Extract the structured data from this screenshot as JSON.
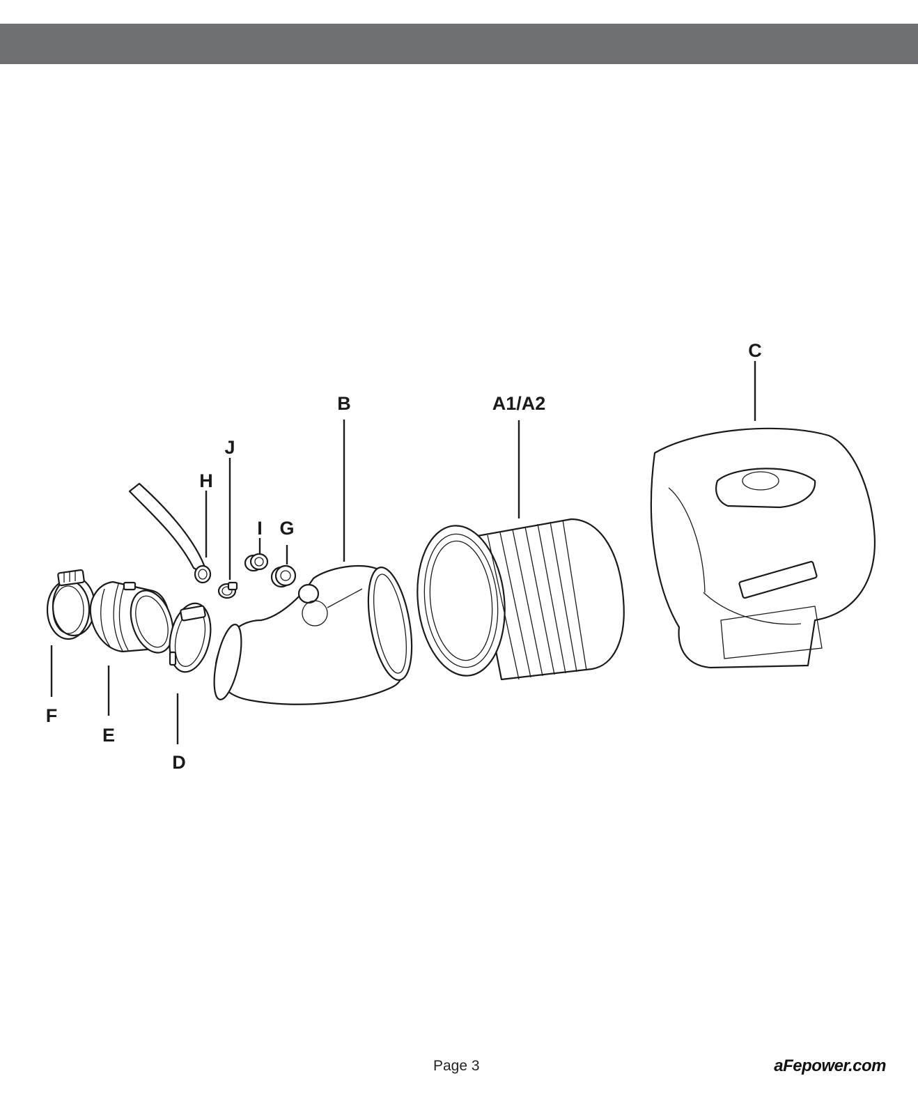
{
  "footer": {
    "page": "Page 3",
    "website": "aFepower.com"
  },
  "callouts": {
    "a": "A1/A2",
    "b": "B",
    "c": "C",
    "d": "D",
    "e": "E",
    "f": "F",
    "g": "G",
    "h": "H",
    "i": "I",
    "j": "J"
  },
  "colors": {
    "header_bar": "#6f7073",
    "line_art": "#1a1a1a",
    "background": "#ffffff"
  }
}
